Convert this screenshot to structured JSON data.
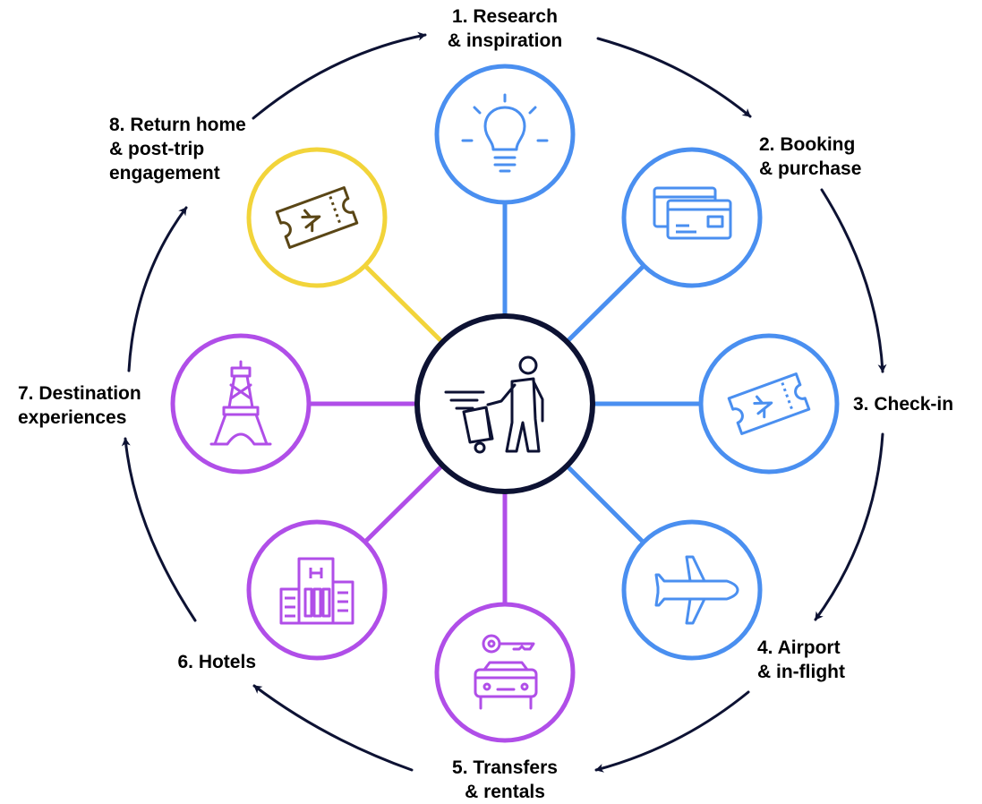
{
  "colors": {
    "blue": "#4a8ff0",
    "purple": "#b04ee8",
    "yellow": "#f2d43a",
    "navy": "#0d1233",
    "ticket_dark": "#5a4616",
    "background": "#ffffff"
  },
  "center": {
    "icon": "traveler-with-luggage-icon"
  },
  "stages": [
    {
      "id": "research",
      "line1": "1. Research",
      "line2": "& inspiration",
      "icon": "lightbulb-icon",
      "color": "blue"
    },
    {
      "id": "booking",
      "line1": "2. Booking",
      "line2": "& purchase",
      "icon": "credit-cards-icon",
      "color": "blue"
    },
    {
      "id": "checkin",
      "line1": "3. Check-in",
      "line2": "",
      "icon": "plane-ticket-icon",
      "color": "blue"
    },
    {
      "id": "airport",
      "line1": "4. Airport",
      "line2": "& in-flight",
      "icon": "airplane-icon",
      "color": "blue"
    },
    {
      "id": "transfers",
      "line1": "5. Transfers",
      "line2": "& rentals",
      "icon": "car-and-key-icon",
      "color": "purple"
    },
    {
      "id": "hotels",
      "line1": "6. Hotels",
      "line2": "",
      "icon": "hotel-building-icon",
      "color": "purple"
    },
    {
      "id": "destination",
      "line1": "7. Destination",
      "line2": "experiences",
      "icon": "eiffel-tower-icon",
      "color": "purple"
    },
    {
      "id": "return",
      "line1": "8. Return home",
      "line2": "& post-trip",
      "line3": "engagement",
      "icon": "plane-ticket-icon",
      "color": "yellow"
    }
  ]
}
